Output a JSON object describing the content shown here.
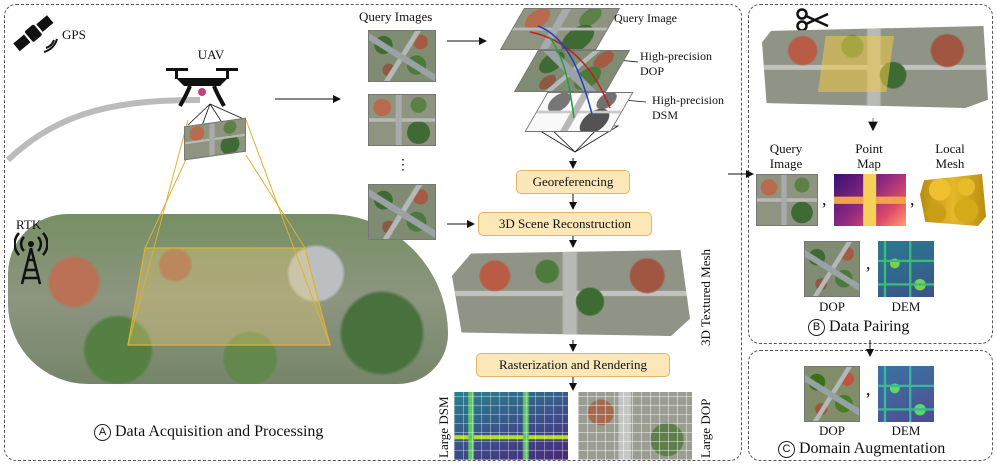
{
  "labels": {
    "gps": "GPS",
    "uav": "UAV",
    "rtk": "RTK",
    "query_images": "Query Images",
    "ellipsis": "⋮",
    "query_image": "Query Image",
    "hp_dop_1": "High-precision",
    "hp_dop_2": "DOP",
    "hp_dsm_1": "High-precision",
    "hp_dsm_2": "DSM",
    "mesh_3d": "3D Textured Mesh",
    "large_dsm": "Large DSM",
    "large_dop": "Large DOP",
    "query_image_b1": "Query",
    "query_image_b2": "Image",
    "point_map_1": "Point",
    "point_map_2": "Map",
    "local_mesh_1": "Local",
    "local_mesh_2": "Mesh",
    "comma": ",",
    "dop": "DOP",
    "dem": "DEM"
  },
  "steps": {
    "georeferencing": "Georeferencing",
    "reconstruction": "3D Scene Reconstruction",
    "rasterization": "Rasterization and Rendering"
  },
  "panels": {
    "a_marker": "A",
    "a_title": "Data Acquisition and Processing",
    "b_marker": "B",
    "b_title": "Data Pairing",
    "c_marker": "C",
    "c_title": "Domain Augmentation"
  },
  "colors": {
    "pill_fill": "#fbe7b8",
    "pill_border": "#e2b563",
    "frustum": "#e0b030",
    "trajectory": "#bbbbbb"
  },
  "icons": [
    "satellite-icon",
    "drone-icon",
    "rtk-antenna-icon",
    "scissors-icon"
  ]
}
